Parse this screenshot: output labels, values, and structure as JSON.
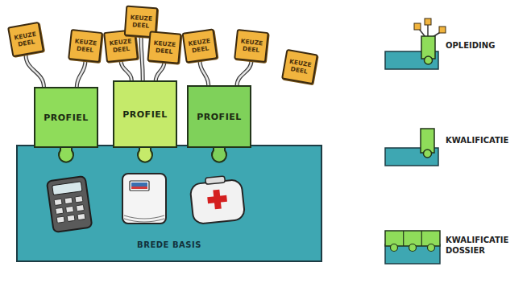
{
  "diagram": {
    "nodes": [
      {
        "text": [
          "KEUZE DEEL"
        ]
      },
      {
        "text": [
          "KEUZE DEEL"
        ]
      },
      {
        "text": [
          "KEUZE DEEL"
        ]
      },
      {
        "text": [
          "KEUZE DEEL"
        ]
      },
      {
        "text": [
          "KEUZE DEEL"
        ]
      },
      {
        "text": [
          "KEUZE DEEL"
        ]
      },
      {
        "text": [
          "KEUZE DEEL"
        ]
      },
      {
        "text": [
          "KEUZE DEEL"
        ]
      },
      {
        "text": [
          "PROFIEL"
        ]
      },
      {
        "text": [
          "PROFIEL"
        ]
      },
      {
        "text": [
          "PROFIEL"
        ]
      },
      {
        "text": [
          "BREDE BASIS"
        ]
      }
    ],
    "edges": [
      {
        "from": 0,
        "to": 8,
        "arrow": "none"
      },
      {
        "from": 1,
        "to": 8,
        "arrow": "none"
      },
      {
        "from": 2,
        "to": 9,
        "arrow": "none"
      },
      {
        "from": 3,
        "to": 9,
        "arrow": "none"
      },
      {
        "from": 4,
        "to": 9,
        "arrow": "none"
      },
      {
        "from": 5,
        "to": 10,
        "arrow": "none"
      },
      {
        "from": 6,
        "to": 10,
        "arrow": "none"
      }
    ],
    "legend": [
      {
        "text": "OPLEIDING"
      },
      {
        "text": "KWALIFICATIE"
      },
      {
        "text": "KWALIFICATIE DOSSIER"
      }
    ]
  }
}
